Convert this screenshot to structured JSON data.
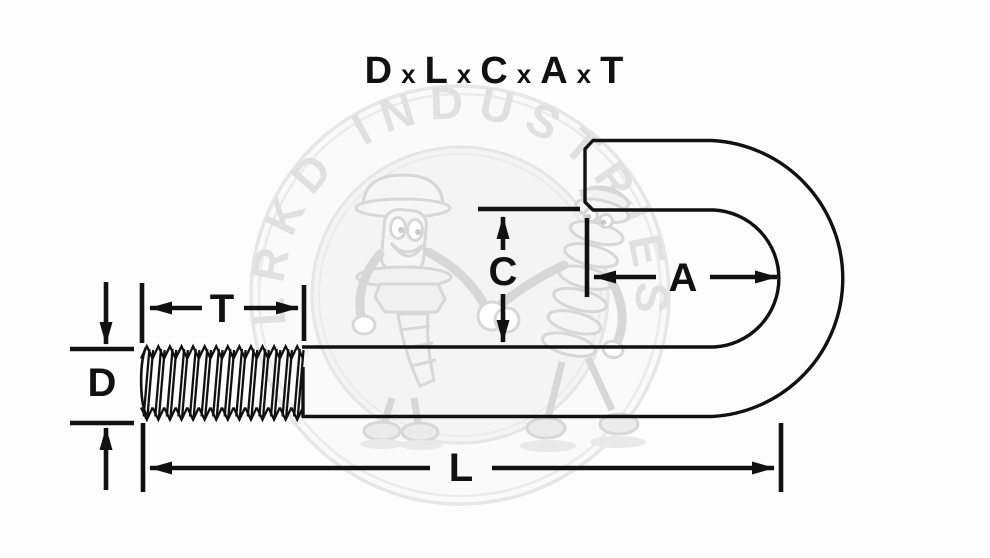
{
  "title": {
    "full": "D x L x C x A x T",
    "letters": [
      "D",
      "L",
      "C",
      "A",
      "T"
    ],
    "separator": "x"
  },
  "dimensions": {
    "t_label": "T",
    "d_label": "D",
    "c_label": "C",
    "a_label": "A",
    "l_label": "L"
  },
  "watermark": {
    "brand_text": "LRKD INDUSTRIES"
  },
  "colors": {
    "ink": "#111111",
    "background": "#fdfdfd",
    "watermark_gray": "#e0e0e0"
  }
}
